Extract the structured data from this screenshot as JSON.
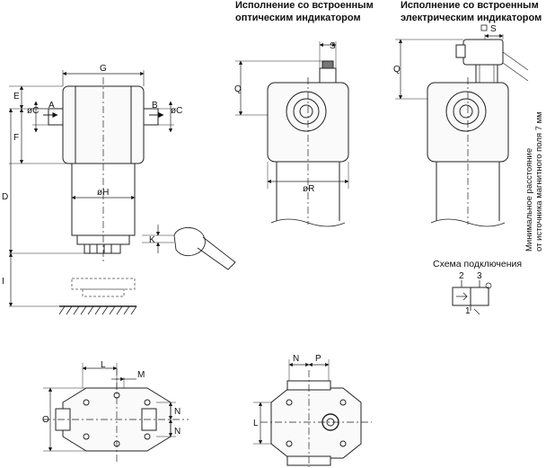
{
  "captions": {
    "optical_line1": "Исполнение со встроенным",
    "optical_line2": "оптическим индикатором",
    "electric_line1": "Исполнение со встроенным",
    "electric_line2": "электрическим индикатором",
    "min_distance_line1": "Минимальное расстояние",
    "min_distance_line2": "от источника магнитного поля 7 мм",
    "connection_scheme": "Схема подключения"
  },
  "dimensions": {
    "G": "G",
    "E": "E",
    "F": "F",
    "D": "D",
    "I": "I",
    "C_left": "øC",
    "C_right": "øC",
    "A": "A",
    "B": "B",
    "H": "øH",
    "K": "K",
    "S_optical": "S",
    "Q_optical": "Q",
    "R": "øR",
    "S_electric": "S",
    "Q_electric": "Q",
    "L_bottom_left": "L",
    "M": "M",
    "O": "O",
    "N1": "N",
    "N2": "N",
    "N_bottom_right": "N",
    "P": "P",
    "L_bottom_right": "L"
  },
  "scheme_pins": {
    "p1": "1",
    "p2": "2",
    "p3": "3"
  }
}
